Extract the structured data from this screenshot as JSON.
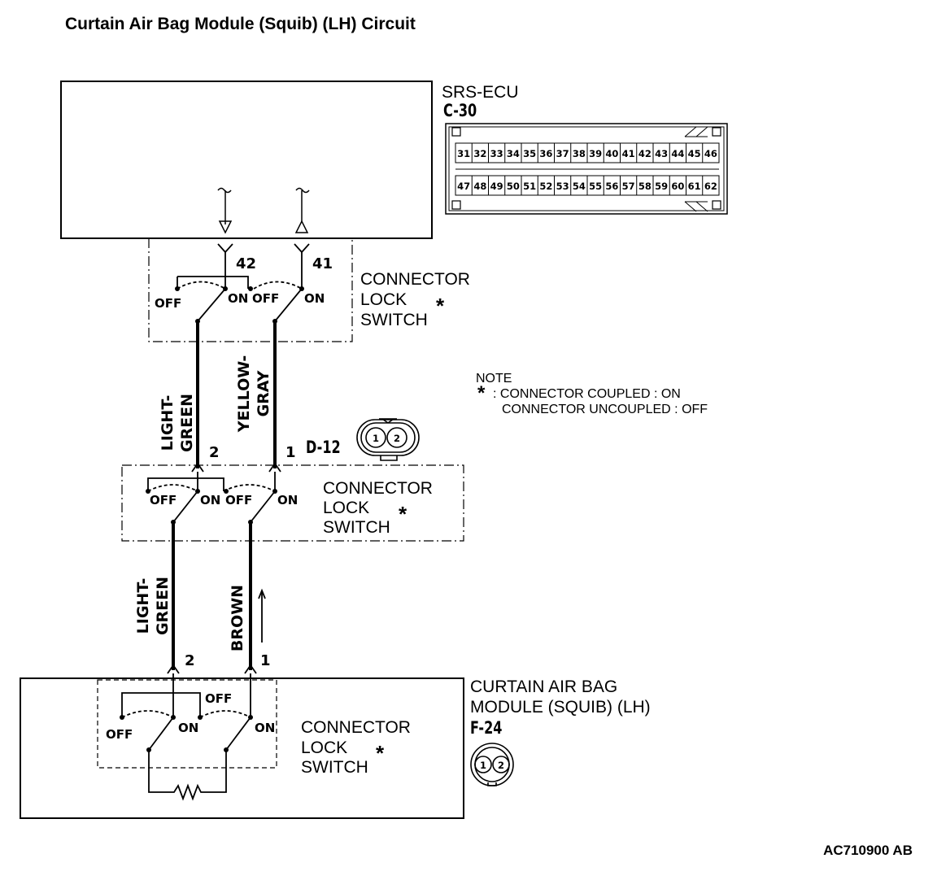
{
  "title": "Curtain Air Bag Module (Squib) (LH) Circuit",
  "srs_ecu": {
    "name": "SRS-ECU",
    "connector": "C-30",
    "pins_top": [
      "31",
      "32",
      "33",
      "34",
      "35",
      "36",
      "37",
      "38",
      "39",
      "40",
      "41",
      "42",
      "43",
      "44",
      "45",
      "46"
    ],
    "pins_bottom": [
      "47",
      "48",
      "49",
      "50",
      "51",
      "52",
      "53",
      "54",
      "55",
      "56",
      "57",
      "58",
      "59",
      "60",
      "61",
      "62"
    ],
    "terminal_left": "42",
    "terminal_right": "41"
  },
  "switch_labels": {
    "off": "OFF",
    "on": "ON"
  },
  "connector_lock_switch": [
    "CONNECTOR",
    "LOCK",
    "SWITCH"
  ],
  "asterisk": "*",
  "upper_wires": {
    "left": [
      "LIGHT-",
      "GREEN"
    ],
    "right": [
      "YELLOW-",
      "GRAY"
    ]
  },
  "lower_wires": {
    "left": [
      "LIGHT-",
      "GREEN"
    ],
    "right": [
      "BROWN"
    ]
  },
  "d12": {
    "connector": "D-12",
    "pin_left": "2",
    "pin_right": "1"
  },
  "note": {
    "heading": "NOTE",
    "star": "*",
    "line1": ": CONNECTOR COUPLED : ON",
    "line2": "CONNECTOR UNCOUPLED : OFF"
  },
  "module": {
    "line1": "CURTAIN AIR BAG",
    "line2": "MODULE (SQUIB) (LH)",
    "connector": "F-24",
    "pin_left": "2",
    "pin_right": "1"
  },
  "connector_icon_pins": [
    "1",
    "2"
  ],
  "figure_ref": "AC710900 AB"
}
